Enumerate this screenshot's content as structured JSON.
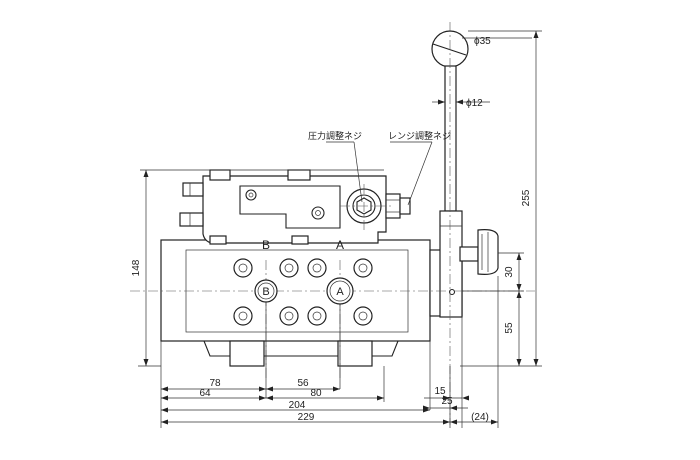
{
  "drawing": {
    "labels": {
      "port_b": "B",
      "port_a": "A",
      "pressure_screw": "圧力調整ネジ",
      "range_screw": "レンジ調整ネジ"
    },
    "dimensions": {
      "knob_dia": "ϕ35",
      "lever_dia": "ϕ12",
      "total_height": "255",
      "upper_offset": "30",
      "lower_offset": "55",
      "body_height": "148",
      "d78": "78",
      "d56": "56",
      "d64": "64",
      "d80": "80",
      "d204": "204",
      "d229": "229",
      "d15": "15",
      "d25": "25",
      "d24": "(24)"
    }
  }
}
